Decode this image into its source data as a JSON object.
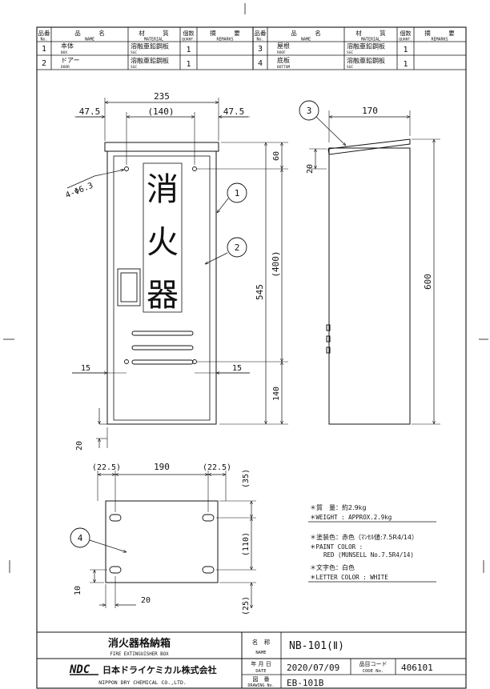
{
  "parts_table": {
    "headers": {
      "no_jp": "品番",
      "no_en": "No.",
      "name_jp": "品　　　名",
      "name_en": "NAME",
      "material_jp": "材　　　質",
      "material_en": "MATERIAL",
      "quantity_jp": "個数",
      "quantity_en": "QUANT.",
      "remarks_jp": "摘　　　要",
      "remarks_en": "REMARKS"
    },
    "rows": [
      {
        "no": "1",
        "name_jp": "本体",
        "name_en": "BOX",
        "material_jp": "溶融亜鉛鋼板",
        "material_en": "SGC",
        "qty": "1"
      },
      {
        "no": "2",
        "name_jp": "ドアー",
        "name_en": "DOOR",
        "material_jp": "溶融亜鉛鋼板",
        "material_en": "SGC",
        "qty": "1"
      },
      {
        "no": "3",
        "name_jp": "屋根",
        "name_en": "ROOF",
        "material_jp": "溶融亜鉛鋼板",
        "material_en": "SGC",
        "qty": "1"
      },
      {
        "no": "4",
        "name_jp": "底板",
        "name_en": "BOTTOM",
        "material_jp": "溶融亜鉛鋼板",
        "material_en": "SGC",
        "qty": "1"
      }
    ]
  },
  "front_view": {
    "letters": [
      "消",
      "火",
      "器"
    ],
    "dims": {
      "overall_width": "235",
      "left_margin": "47.5",
      "inner_width": "(140)",
      "right_margin": "47.5",
      "holes": "4-Φ6.3",
      "top": "60",
      "height": "545",
      "inner_height": "(400)",
      "lower": "140",
      "left_15": "15",
      "right_15": "15",
      "base": "20"
    },
    "callouts": [
      "1",
      "2"
    ]
  },
  "side_view": {
    "depth": "170",
    "roof_height": "20",
    "total_height": "600",
    "callout": "3"
  },
  "bottom_view": {
    "dims": {
      "left": "(22.5)",
      "middle": "190",
      "right": "(22.5)",
      "d35": "(35)",
      "d110": "(110)",
      "d25": "(25)",
      "d10": "10",
      "d20": "20"
    },
    "callout": "4"
  },
  "notes": [
    "＊質　量：約2.9kg",
    "＊WEIGHT : APPROX.2.9kg",
    "＊塗装色：赤色（ﾏﾝｾﾙ値:7.5R4/14）",
    "＊PAINT COLOR :",
    "RED (MUNSELL No.7.5R4/14)",
    "＊文字色：白色",
    "＊LETTER COLOR : WHITE"
  ],
  "title_block": {
    "title_jp": "消火器格納箱",
    "title_en": "FIRE EXTINGUISHER BOX",
    "name_label_jp": "名　称",
    "name_label_en": "NAME",
    "name_value": "NB-101(Ⅱ)",
    "date_label_jp": "年 月 日",
    "date_label_en": "DATE",
    "date_value": "2020/07/09",
    "code_label_jp": "品目コード",
    "code_label_en": "CODE No.",
    "code_value": "406101",
    "drawing_label_jp": "図　番",
    "drawing_label_en": "DRAWING No.",
    "drawing_value": "EB-101B",
    "logo": "NDC",
    "company_jp": "日本ドライケミカル株式会社",
    "company_en": "NIPPON DRY CHEMICAL CO.,LTD."
  }
}
